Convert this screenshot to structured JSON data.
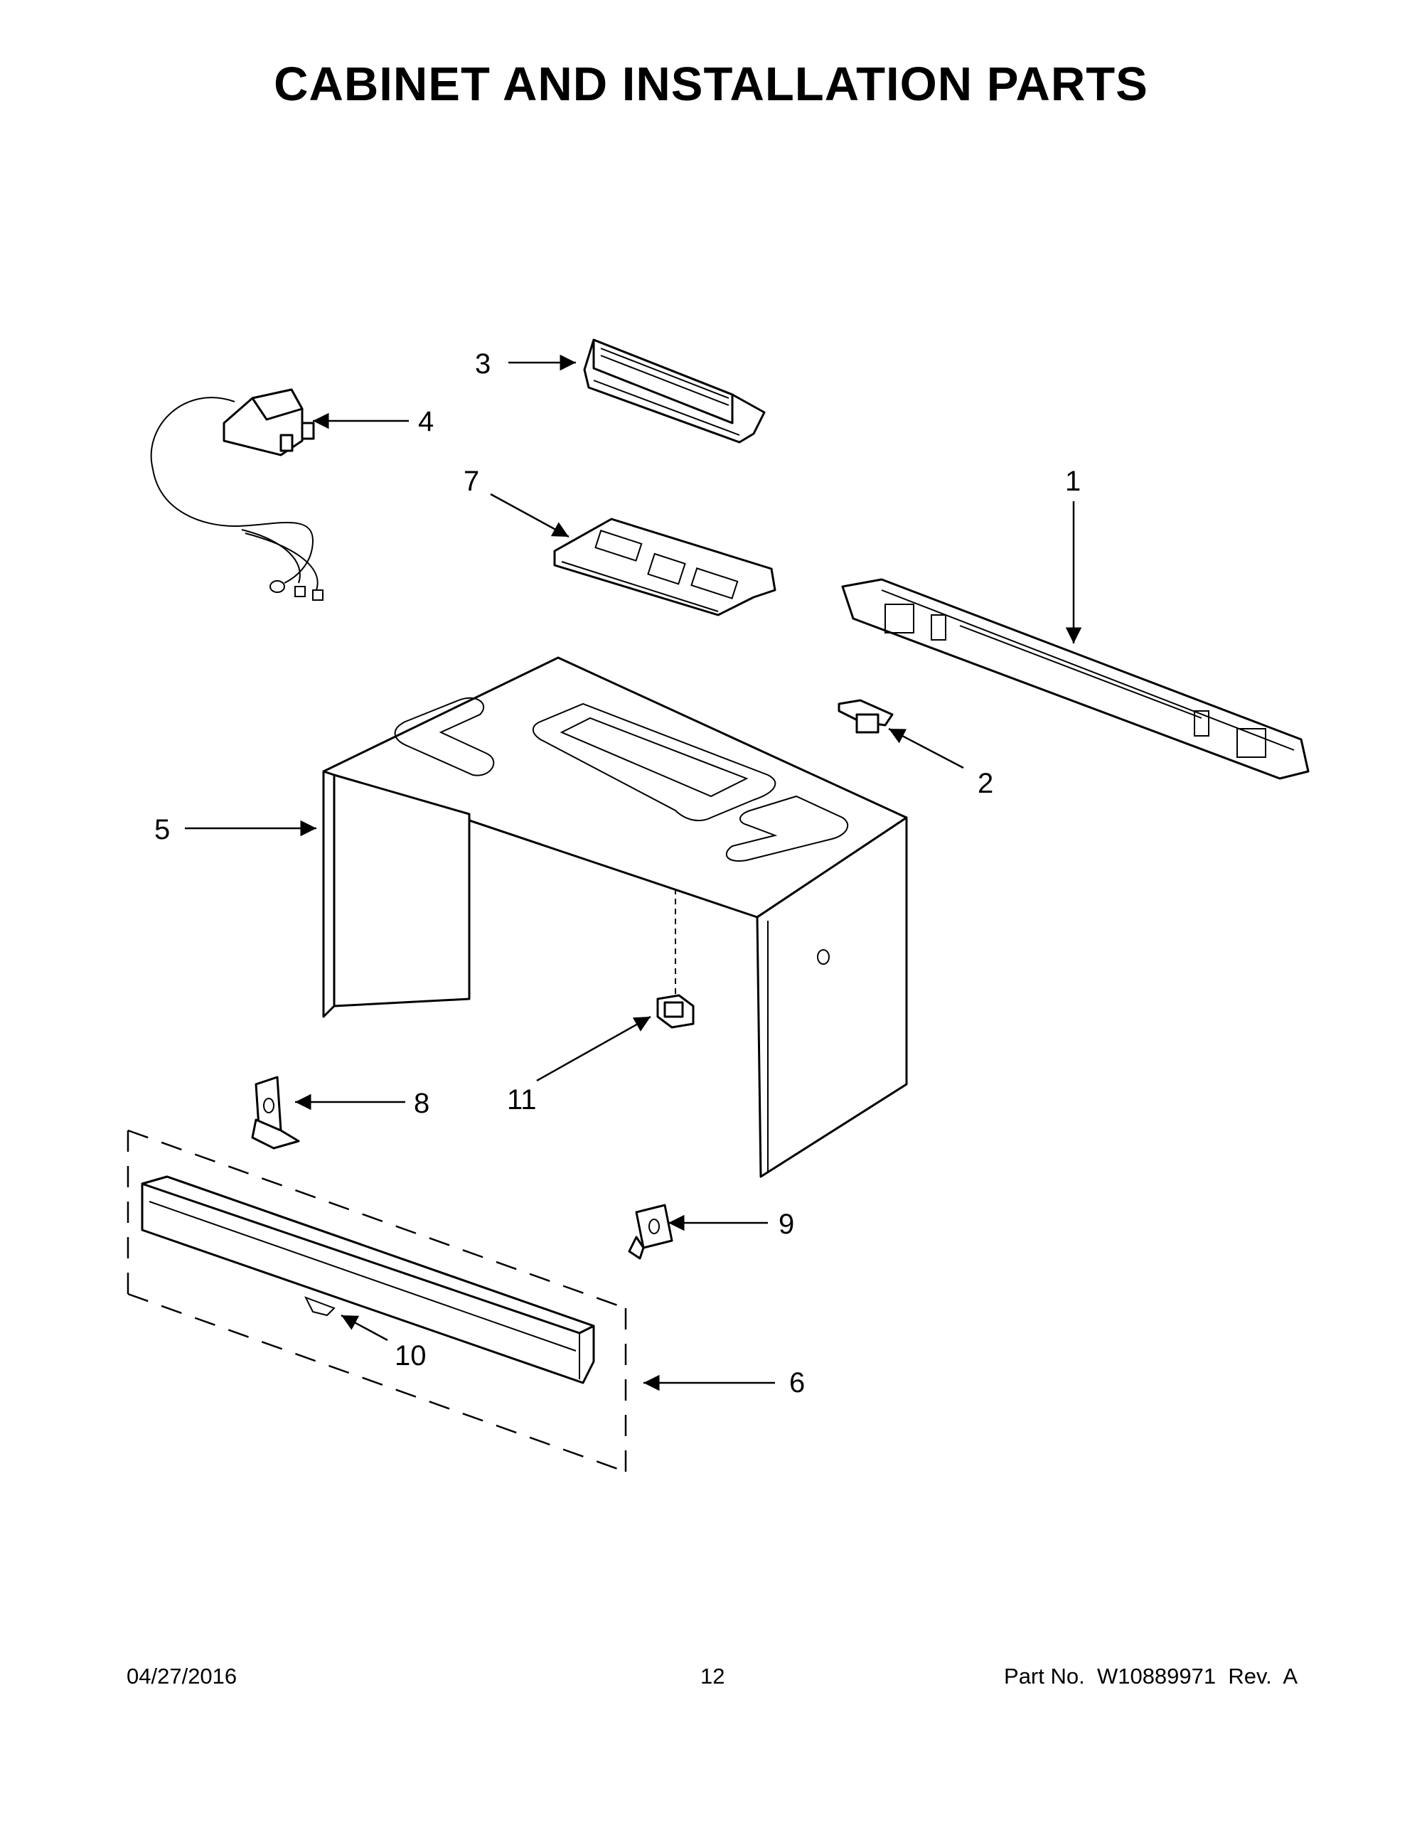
{
  "page": {
    "title": "CABINET AND INSTALLATION PARTS",
    "footer": {
      "date": "04/27/2016",
      "page_number": "12",
      "part_number": "Part No.  W10889971  Rev.  A"
    }
  },
  "callouts": [
    {
      "id": "1",
      "label": "1"
    },
    {
      "id": "2",
      "label": "2"
    },
    {
      "id": "3",
      "label": "3"
    },
    {
      "id": "4",
      "label": "4"
    },
    {
      "id": "5",
      "label": "5"
    },
    {
      "id": "6",
      "label": "6"
    },
    {
      "id": "7",
      "label": "7"
    },
    {
      "id": "8",
      "label": "8"
    },
    {
      "id": "9",
      "label": "9"
    },
    {
      "id": "10",
      "label": "10"
    },
    {
      "id": "11",
      "label": "11"
    }
  ]
}
